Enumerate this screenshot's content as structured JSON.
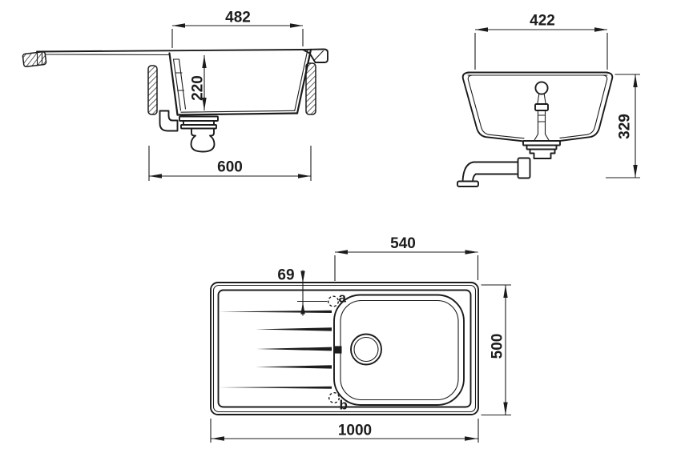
{
  "colors": {
    "line": "#1c1c1c",
    "background": "#ffffff"
  },
  "views": {
    "side_section": {
      "top_width": "482",
      "depth": "220",
      "bottom_width": "600"
    },
    "front_section": {
      "top_width": "422",
      "height": "329"
    },
    "plan": {
      "bowl_span": "540",
      "hole_offset": "69",
      "width": "500",
      "length": "1000",
      "hole_a": "a",
      "hole_b": "b"
    }
  }
}
